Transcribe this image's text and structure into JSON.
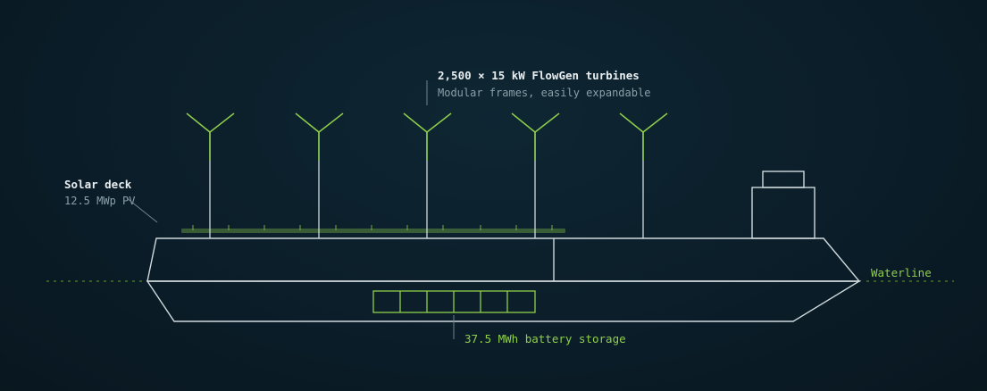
{
  "colors": {
    "background": "#0b1d28",
    "outline": "#cfdadd",
    "accent": "#8fcf4a",
    "muted": "#8aa0a8"
  },
  "turbines": {
    "title": "2,500 × 15 kW FlowGen turbines",
    "subtitle": "Modular frames, easily expandable",
    "count_drawn": 5
  },
  "solar": {
    "title": "Solar deck",
    "subtitle": "12.5 MWp PV"
  },
  "battery": {
    "label": "37.5 MWh battery storage",
    "cells_drawn": 6
  },
  "waterline": {
    "label": "Waterline"
  },
  "icons": [
    "turbine-icon",
    "battery-icon",
    "superstructure-icon"
  ]
}
